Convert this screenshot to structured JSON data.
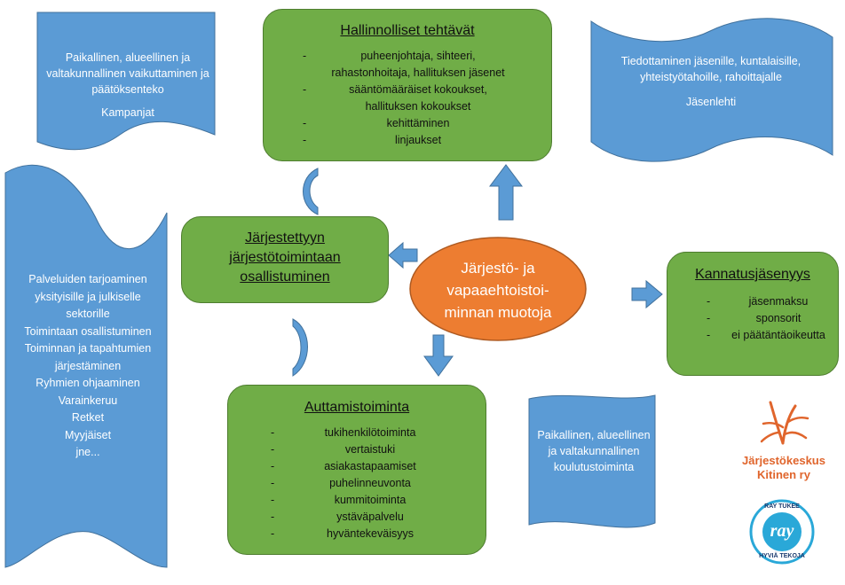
{
  "colors": {
    "green": "#70ad47",
    "blue": "#5b9bd5",
    "orange": "#ed7d31",
    "kitinen": "#e0652c"
  },
  "center": {
    "lines": [
      "Järjestö- ja",
      "vapaaehtoistoi-",
      "minnan muotoja"
    ]
  },
  "admin": {
    "title": "Hallinnolliset tehtävät",
    "items": [
      "puheenjohtaja, sihteeri, rahastonhoitaja, hallituksen jäsenet",
      "sääntömääräiset kokoukset, hallituksen kokoukset",
      "kehittäminen",
      "linjaukset"
    ]
  },
  "participation": {
    "title_lines": [
      "Järjestettyyn",
      "järjestötoimintaan",
      "osallistuminen"
    ]
  },
  "support_membership": {
    "title": "Kannatusjäsenyys",
    "items": [
      "jäsenmaksu",
      "sponsorit",
      "ei päätäntäoikeutta"
    ]
  },
  "helping": {
    "title": "Auttamistoiminta",
    "items": [
      "tukihenkilötoiminta",
      "vertaistuki",
      "asiakastapaamiset",
      "puhelinneuvonta",
      "kummitoiminta",
      "ystäväpalvelu",
      "hyväntekeväisyys"
    ]
  },
  "flag_advocacy": {
    "lines": [
      "Paikallinen, alueellinen ja valtakunnallinen vaikuttaminen ja päätöksenteko",
      "Kampanjat"
    ]
  },
  "flag_info": {
    "lines": [
      "Tiedottaminen jäsenille, kuntalaisille, yhteistyötahoille, rahoittajalle",
      "Jäsenlehti"
    ]
  },
  "flag_services": {
    "lines": [
      "Palveluiden tarjoaminen yksityisille ja julkiselle sektorille",
      "Toimintaan osallistuminen",
      "Toiminnan ja tapahtumien järjestäminen",
      "Ryhmien ohjaaminen",
      "Varainkeruu",
      "Retket",
      "Myyjäiset",
      "jne..."
    ]
  },
  "flag_training": {
    "lines": [
      "Paikallinen, alueellinen ja valtakunnallinen koulutustoiminta"
    ]
  },
  "logo_kitinen": {
    "name_line1": "Järjestökeskus",
    "name_line2": "Kitinen ry"
  },
  "logo_ray": {
    "top": "RAY TUKEE",
    "mark": "ray",
    "bottom": "HYVIÄ TEKOJA"
  }
}
